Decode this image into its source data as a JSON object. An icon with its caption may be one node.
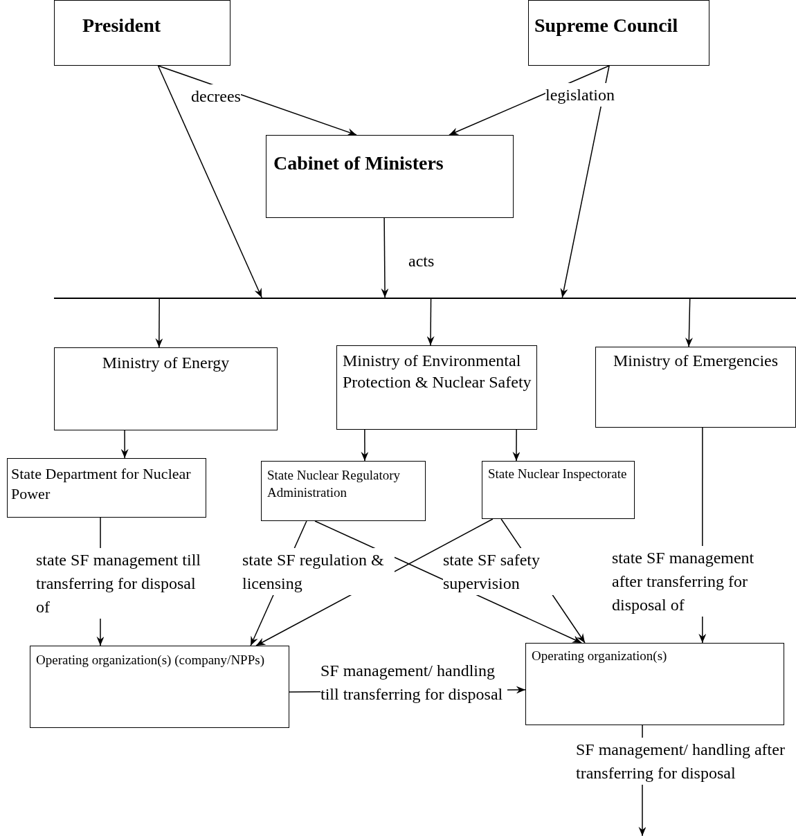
{
  "diagram": {
    "nodes": [
      {
        "text": [
          "President"
        ]
      },
      {
        "text": [
          "Supreme Council"
        ]
      },
      {
        "text": [
          "Cabinet of Ministers"
        ]
      },
      {
        "text": [],
        "shape": "bar"
      },
      {
        "text": [
          "Ministry of Energy"
        ]
      },
      {
        "text": [
          "Ministry of Environmental Protection & Nuclear Safety"
        ]
      },
      {
        "text": [
          "Ministry of Emergencies"
        ]
      },
      {
        "text": [
          "State Department for Nuclear Power"
        ]
      },
      {
        "text": [
          "State Nuclear Regulatory Administration"
        ]
      },
      {
        "text": [
          "State Nuclear Inspectorate"
        ]
      },
      {
        "text": [
          "Operating organization(s) (company/NPPs)"
        ]
      },
      {
        "text": [
          "Operating organization(s)"
        ]
      }
    ],
    "edges": [
      {
        "from": 0,
        "to": 2,
        "arrow": "to",
        "label": "decrees"
      },
      {
        "from": 1,
        "to": 2,
        "arrow": "to",
        "label": "legislation"
      },
      {
        "from": 0,
        "to": 3,
        "arrow": "to"
      },
      {
        "from": 2,
        "to": 3,
        "arrow": "to",
        "label": "acts"
      },
      {
        "from": 1,
        "to": 3,
        "arrow": "to"
      },
      {
        "from": 3,
        "to": 4,
        "arrow": "to"
      },
      {
        "from": 3,
        "to": 5,
        "arrow": "to"
      },
      {
        "from": 3,
        "to": 6,
        "arrow": "to"
      },
      {
        "from": 4,
        "to": 7,
        "arrow": "to"
      },
      {
        "from": 5,
        "to": 8,
        "arrow": "to"
      },
      {
        "from": 5,
        "to": 9,
        "arrow": "to"
      },
      {
        "from": 7,
        "to": 10,
        "arrow": "to",
        "label": "state SF management till transferring for disposal of"
      },
      {
        "from": 8,
        "to": 10,
        "arrow": "to",
        "label": "state SF regulation & licensing"
      },
      {
        "from": 8,
        "to": 11,
        "arrow": "to"
      },
      {
        "from": 9,
        "to": 10,
        "arrow": "to"
      },
      {
        "from": 9,
        "to": 11,
        "arrow": "to",
        "label": "state SF safety supervision"
      },
      {
        "from": 6,
        "to": 11,
        "arrow": "to",
        "label": "state SF management after transferring for disposal of"
      },
      {
        "from": 10,
        "to": 11,
        "arrow": "to",
        "label": "SF management/ handling till transferring for disposal"
      },
      {
        "from": 11,
        "to": null,
        "arrow": "to",
        "label": "SF management/ handling after transferring for disposal"
      }
    ]
  }
}
